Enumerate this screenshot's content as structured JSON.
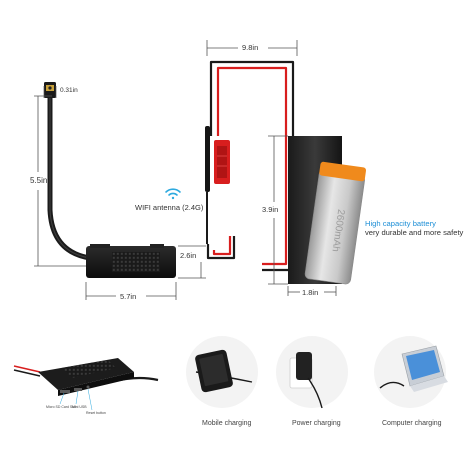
{
  "dimensions": {
    "cable_width": "9.8in",
    "lens_width": "0.31in",
    "cable_height": "5.5in",
    "battery_height": "3.9in",
    "module_height": "2.6in",
    "module_width": "5.7in",
    "battery_depth": "1.8in"
  },
  "wifi_antenna_label": "WIFI antenna (2.4G)",
  "battery": {
    "capacity_label": "2600mAh",
    "headline": "High capacity battery",
    "subline": "very durable and more safety"
  },
  "charging_options": [
    {
      "label": "Mobile charging",
      "icon": "smartphone-icon"
    },
    {
      "label": "Power charging",
      "icon": "wall-adapter-icon"
    },
    {
      "label": "Computer charging",
      "icon": "laptop-icon"
    }
  ],
  "device_port_labels": [
    "Micro SD Card Slot",
    "Mini USB",
    "Reset button"
  ],
  "colors": {
    "accent_blue": "#1e8fd6",
    "wifi_icon": "#2eaadf",
    "wire_red": "#d81e1e",
    "battery_orange": "#f08a1c"
  }
}
